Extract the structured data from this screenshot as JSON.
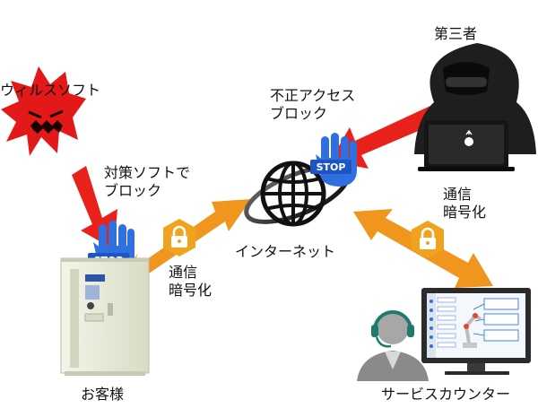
{
  "labels": {
    "third_party": "第三者",
    "virus_software": "ウィルスソフト",
    "block_unauthorized": "不正アクセス\nブロック",
    "block_antivirus": "対策ソフトで\nブロック",
    "comm_encryption_right": "通信\n暗号化",
    "comm_encryption_left": "通信\n暗号化",
    "internet": "インターネット",
    "customer": "お客様",
    "service_counter": "サービスカウンター"
  },
  "stop_signs": {
    "antivirus": "STOP",
    "unauthorized": "STOP"
  },
  "colors": {
    "red_arrow": "#e8211a",
    "orange_arrow": "#f0961e",
    "lock_badge": "#f0a31e",
    "virus": "#e31818",
    "hand": "#2f6fe0",
    "hacker": "#1e1e1e",
    "globe": "#111111",
    "cabinet": "#e9ebd8",
    "monitor": "#2b2b2b"
  },
  "icons": [
    "virus-icon",
    "hacker-icon",
    "globe-icon",
    "stop-hand-icon",
    "lock-icon",
    "cabinet-icon",
    "monitor-icon",
    "operator-icon",
    "robot-arm-icon"
  ]
}
